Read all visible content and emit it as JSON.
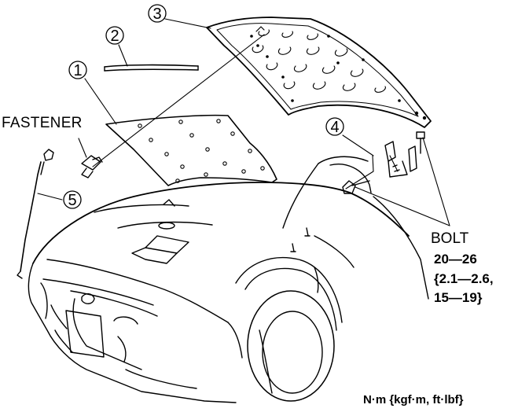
{
  "callouts": [
    "1",
    "2",
    "3",
    "4",
    "5"
  ],
  "labels": {
    "fastener": "FASTENER",
    "bolt": "BOLT",
    "torque_line1": "20—26",
    "torque_line2": "{2.1—2.6,",
    "torque_line3": "15—19}",
    "units": "N·m {kgf·m, ft·lbf}"
  },
  "colors": {
    "line": "#000000",
    "background": "#ffffff"
  }
}
